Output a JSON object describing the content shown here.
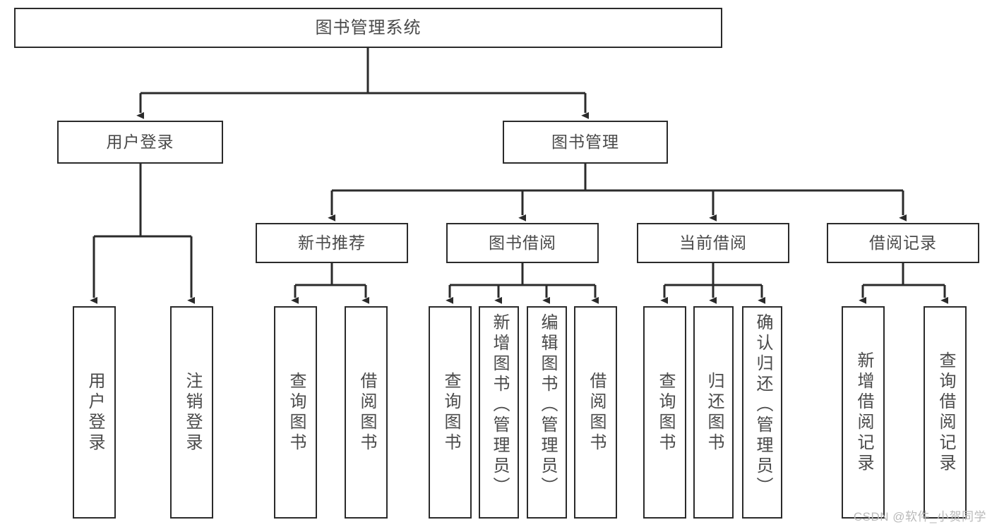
{
  "diagram": {
    "type": "tree",
    "title": "图书管理系统",
    "orientation": "top-down",
    "colors": {
      "box_border": "#2b2b2b",
      "box_fill": "#ffffff",
      "text": "#4a4a4a",
      "connector": "#2b2b2b",
      "watermark": "#b9b9b9"
    },
    "nodes": {
      "root": {
        "label": "图书管理系统"
      },
      "level1": [
        {
          "id": "user-login",
          "label": "用户登录"
        },
        {
          "id": "book-manage",
          "label": "图书管理"
        }
      ],
      "level2": [
        {
          "id": "new-book-recommend",
          "label": "新书推荐"
        },
        {
          "id": "book-borrow",
          "label": "图书借阅"
        },
        {
          "id": "current-borrow",
          "label": "当前借阅"
        },
        {
          "id": "borrow-record",
          "label": "借阅记录"
        }
      ],
      "leaves": {
        "user-login": [
          {
            "id": "leaf-user-login",
            "label": "用户登录"
          },
          {
            "id": "leaf-logout",
            "label": "注销登录"
          }
        ],
        "new-book-recommend": [
          {
            "id": "leaf-query-book-1",
            "label": "查询图书"
          },
          {
            "id": "leaf-borrow-book-1",
            "label": "借阅图书"
          }
        ],
        "book-borrow": [
          {
            "id": "leaf-query-book-2",
            "label": "查询图书"
          },
          {
            "id": "leaf-add-book",
            "label": "新增图书（管理员）"
          },
          {
            "id": "leaf-edit-book",
            "label": "编辑图书（管理员）"
          },
          {
            "id": "leaf-borrow-book-2",
            "label": "借阅图书"
          }
        ],
        "current-borrow": [
          {
            "id": "leaf-query-book-3",
            "label": "查询图书"
          },
          {
            "id": "leaf-return-book",
            "label": "归还图书"
          },
          {
            "id": "leaf-confirm-return",
            "label": "确认归还（管理员）"
          }
        ],
        "borrow-record": [
          {
            "id": "leaf-add-record",
            "label": "新增借阅记录"
          },
          {
            "id": "leaf-query-record",
            "label": "查询借阅记录"
          }
        ]
      }
    },
    "edges": [
      {
        "from": "root",
        "to": "user-login"
      },
      {
        "from": "root",
        "to": "book-manage"
      },
      {
        "from": "book-manage",
        "to": "new-book-recommend"
      },
      {
        "from": "book-manage",
        "to": "book-borrow"
      },
      {
        "from": "book-manage",
        "to": "current-borrow"
      },
      {
        "from": "book-manage",
        "to": "borrow-record"
      },
      {
        "from": "user-login",
        "to": "leaf-user-login"
      },
      {
        "from": "user-login",
        "to": "leaf-logout"
      },
      {
        "from": "new-book-recommend",
        "to": "leaf-query-book-1"
      },
      {
        "from": "new-book-recommend",
        "to": "leaf-borrow-book-1"
      },
      {
        "from": "book-borrow",
        "to": "leaf-query-book-2"
      },
      {
        "from": "book-borrow",
        "to": "leaf-add-book"
      },
      {
        "from": "book-borrow",
        "to": "leaf-edit-book"
      },
      {
        "from": "book-borrow",
        "to": "leaf-borrow-book-2"
      },
      {
        "from": "current-borrow",
        "to": "leaf-query-book-3"
      },
      {
        "from": "current-borrow",
        "to": "leaf-return-book"
      },
      {
        "from": "current-borrow",
        "to": "leaf-confirm-return"
      },
      {
        "from": "borrow-record",
        "to": "leaf-add-record"
      },
      {
        "from": "borrow-record",
        "to": "leaf-query-record"
      }
    ]
  },
  "watermark": {
    "text": "CSDN @软件_小贺同学"
  }
}
